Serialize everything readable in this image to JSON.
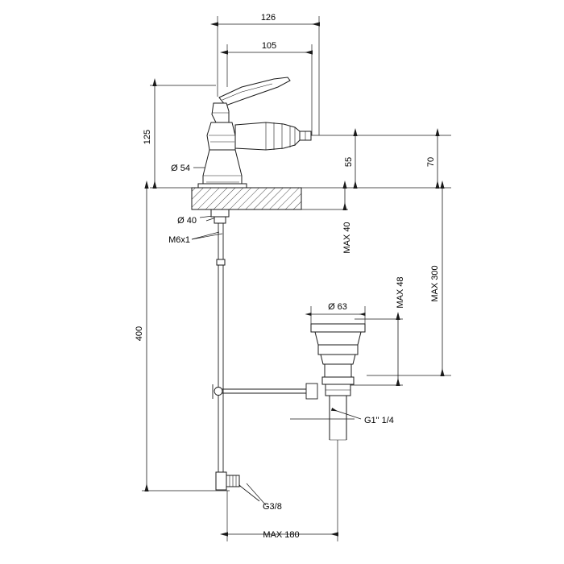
{
  "drawing": {
    "title": "Bidet mixer tap technical dimension drawing",
    "units": "mm",
    "line_color": "#1a1a1a",
    "hatch_color": "#1a1a1a",
    "background": "#ffffff"
  },
  "dimensions": {
    "top_width": "126",
    "spout_reach": "105",
    "height_above_deck": "125",
    "spout_height": "55",
    "right_upper": "70",
    "max_deck_thickness": "MAX 40",
    "max_total_drop": "MAX 300",
    "max_waste_height": "MAX 48",
    "supply_length": "400",
    "max_bottom": "MAX 180"
  },
  "callouts": {
    "base_diameter": "Ø 54",
    "shank_diameter": "Ø 40",
    "thread_m6": "M6x1",
    "waste_flange_diameter": "Ø 63",
    "waste_thread": "G1\" 1/4",
    "supply_thread": "G3/8"
  }
}
